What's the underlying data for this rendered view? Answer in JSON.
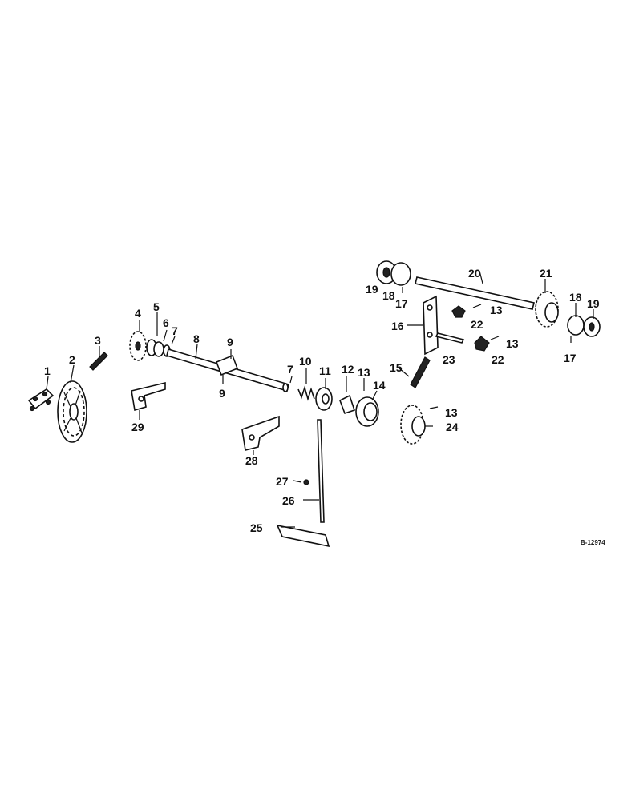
{
  "drawing_number": "B-12974",
  "callouts": [
    {
      "id": "c1",
      "label": "1"
    },
    {
      "id": "c2",
      "label": "2"
    },
    {
      "id": "c3",
      "label": "3"
    },
    {
      "id": "c4",
      "label": "4"
    },
    {
      "id": "c5",
      "label": "5"
    },
    {
      "id": "c6",
      "label": "6"
    },
    {
      "id": "c7a",
      "label": "7"
    },
    {
      "id": "c8",
      "label": "8"
    },
    {
      "id": "c9a",
      "label": "9"
    },
    {
      "id": "c9b",
      "label": "9"
    },
    {
      "id": "c7b",
      "label": "7"
    },
    {
      "id": "c10",
      "label": "10"
    },
    {
      "id": "c11",
      "label": "11"
    },
    {
      "id": "c12",
      "label": "12"
    },
    {
      "id": "c13a",
      "label": "13"
    },
    {
      "id": "c14",
      "label": "14"
    },
    {
      "id": "c15",
      "label": "15"
    },
    {
      "id": "c16",
      "label": "16"
    },
    {
      "id": "c13b",
      "label": "13"
    },
    {
      "id": "c13c",
      "label": "13"
    },
    {
      "id": "c13d",
      "label": "13"
    },
    {
      "id": "c17a",
      "label": "17"
    },
    {
      "id": "c17b",
      "label": "17"
    },
    {
      "id": "c18a",
      "label": "18"
    },
    {
      "id": "c18b",
      "label": "18"
    },
    {
      "id": "c19a",
      "label": "19"
    },
    {
      "id": "c19b",
      "label": "19"
    },
    {
      "id": "c20",
      "label": "20"
    },
    {
      "id": "c21",
      "label": "21"
    },
    {
      "id": "c22a",
      "label": "22"
    },
    {
      "id": "c22b",
      "label": "22"
    },
    {
      "id": "c23",
      "label": "23"
    },
    {
      "id": "c24",
      "label": "24"
    },
    {
      "id": "c25",
      "label": "25"
    },
    {
      "id": "c26",
      "label": "26"
    },
    {
      "id": "c27",
      "label": "27"
    },
    {
      "id": "c28",
      "label": "28"
    },
    {
      "id": "c29",
      "label": "29"
    }
  ]
}
